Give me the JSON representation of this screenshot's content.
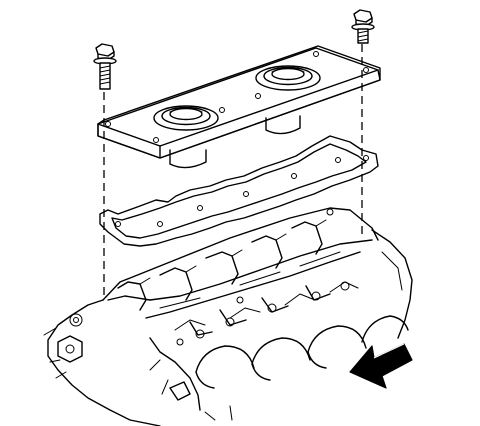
{
  "colors": {
    "line": "#000000",
    "background": "#ffffff",
    "arrow": "#000000"
  },
  "icons": {
    "bolt": "bolt-icon",
    "direction_arrow": "arrow-left-down-icon"
  },
  "parts": [
    "valley-cover",
    "valley-cover-gasket",
    "engine-block",
    "bolt-left",
    "bolt-right"
  ]
}
